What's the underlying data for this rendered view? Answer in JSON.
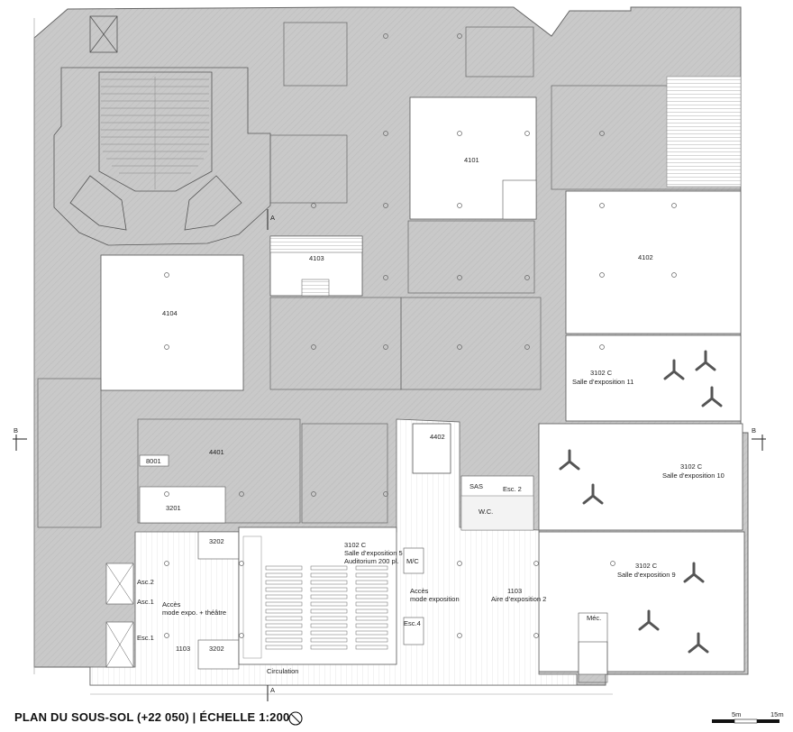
{
  "title": "PLAN DU SOUS-SOL (+22 050) | ÉCHELLE 1:200",
  "section_marks": {
    "a": "A",
    "b": "B"
  },
  "scale_bar": {
    "small": "5m",
    "large": "15m"
  },
  "rooms": {
    "r4101": "4101",
    "r4102": "4102",
    "r4103": "4103",
    "r4104": "4104",
    "r4401": "4401",
    "r4402": "4402",
    "r8001": "8001",
    "r3201": "3201",
    "r3202a": "3202",
    "r3202b": "3202",
    "r1103": "1103",
    "sas": "SAS",
    "esc2": "Esc. 2",
    "wc": "W.C.",
    "mc": "M/C",
    "esc4": "Esc.4",
    "asc2": "Asc.2",
    "asc1": "Asc.1",
    "esc1": "Esc.1",
    "mec": "Méc.",
    "circulation": "Circulation",
    "sx11_code": "3102 C",
    "sx11_name": "Salle d’exposition 11",
    "sx10_code": "3102 C",
    "sx10_name": "Salle d’exposition 10",
    "sx9_code": "3102 C",
    "sx9_name": "Salle d’exposition 9",
    "sx5_code": "3102 C",
    "sx5_name": "Salle d’exposition 5",
    "sx5_sub": "Auditorium 200 pl.",
    "acces1_a": "Accès",
    "acces1_b": "mode expo. + théâtre",
    "acces2_a": "Accès",
    "acces2_b": "mode exposition",
    "aire_code": "1103",
    "aire_name": "Aire d’exposition 2"
  }
}
